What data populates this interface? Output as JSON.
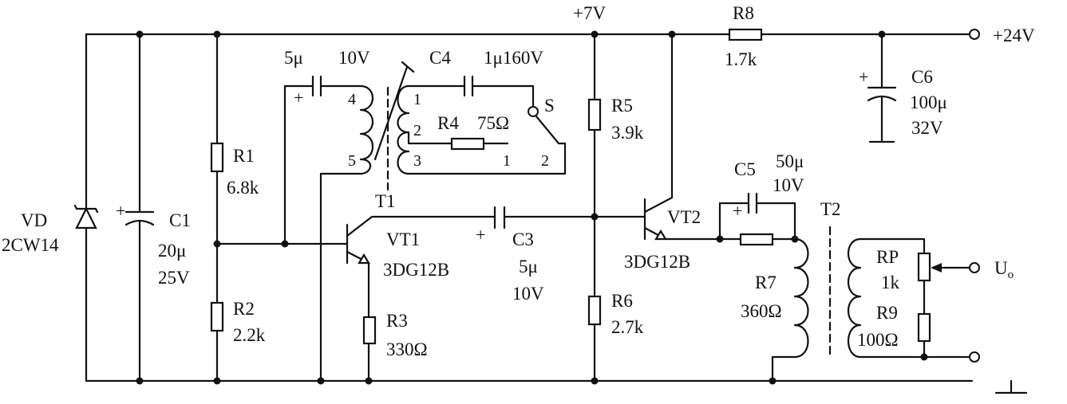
{
  "labels": {
    "vd": "VD",
    "vd_type": "2CW14",
    "c1": "C1",
    "c1_cap": "20μ",
    "c1_volt": "25V",
    "r1": "R1",
    "r1_val": "6.8k",
    "r2": "R2",
    "r2_val": "2.2k",
    "c_fb_cap": "5μ",
    "c_fb_volt": "10V",
    "c4": "C4",
    "c4_val": "1μ160V",
    "t1": "T1",
    "r4": "R4",
    "r4_val": "75Ω",
    "s": "S",
    "vt1": "VT1",
    "vt1_type": "3DG12B",
    "r3": "R3",
    "r3_val": "330Ω",
    "c3": "C3",
    "c3_cap": "5μ",
    "c3_volt": "10V",
    "plus7v": "+7V",
    "r5": "R5",
    "r5_val": "3.9k",
    "r6": "R6",
    "r6_val": "2.7k",
    "vt2": "VT2",
    "vt2_type": "3DG12B",
    "c5": "C5",
    "c5_cap": "50μ",
    "c5_volt": "10V",
    "r7": "R7",
    "r7_val": "360Ω",
    "t2": "T2",
    "rp": "RP",
    "rp_val": "1k",
    "r9": "R9",
    "r9_val": "100Ω",
    "uo": "U",
    "uo_sub": "o",
    "r8": "R8",
    "r8_val": "1.7k",
    "c6": "C6",
    "c6_cap": "100μ",
    "c6_volt": "32V",
    "plus24v": "+24V",
    "plus_sign": "+",
    "pin1": "1",
    "pin2": "2",
    "pin3": "3",
    "pin4": "4",
    "pin5": "5"
  }
}
